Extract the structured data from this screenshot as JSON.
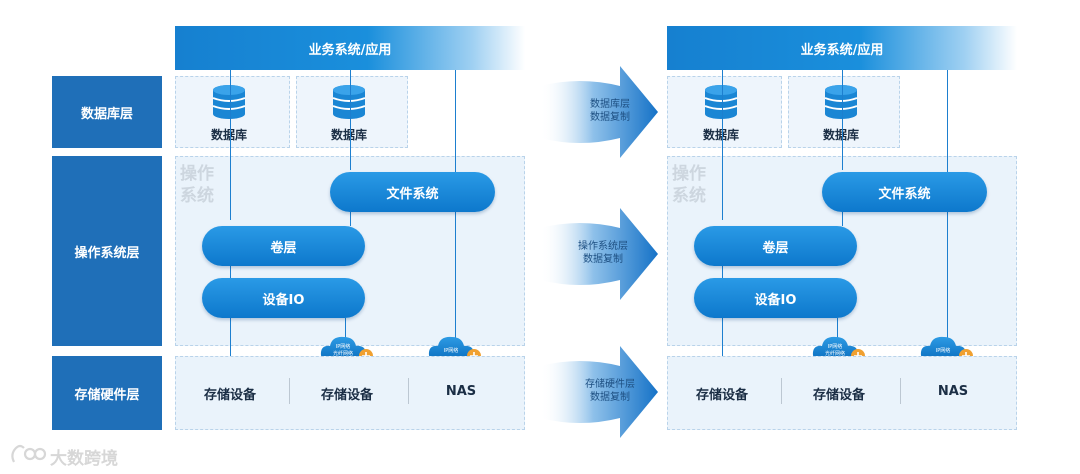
{
  "layers": {
    "database": "数据库层",
    "os": "操作系统层",
    "storage": "存储硬件层"
  },
  "left": {
    "app": "业务系统/应用",
    "db1": "数据库",
    "db2": "数据库",
    "os_watermark": "操作\n系统",
    "fs": "文件系统",
    "volume": "卷层",
    "device_io": "设备IO",
    "cloud1": "IP网络\n光纤网络",
    "cloud2": "IP网络",
    "store1": "存储设备",
    "store2": "存储设备",
    "store3": "NAS"
  },
  "right": {
    "app": "业务系统/应用",
    "db1": "数据库",
    "db2": "数据库",
    "os_watermark": "操作\n系统",
    "fs": "文件系统",
    "volume": "卷层",
    "device_io": "设备IO",
    "cloud1": "IP网络\n光纤网络",
    "cloud2": "IP网络",
    "store1": "存储设备",
    "store2": "存储设备",
    "store3": "NAS"
  },
  "replication": {
    "db": "数据库层\n数据复制",
    "os": "操作系统层\n数据复制",
    "storage": "存储硬件层\n数据复制"
  },
  "watermark": "大数跨境",
  "colors": {
    "primary": "#1f6fb8",
    "accent": "#0d78cc",
    "cloud_badge": "#f0a030"
  }
}
